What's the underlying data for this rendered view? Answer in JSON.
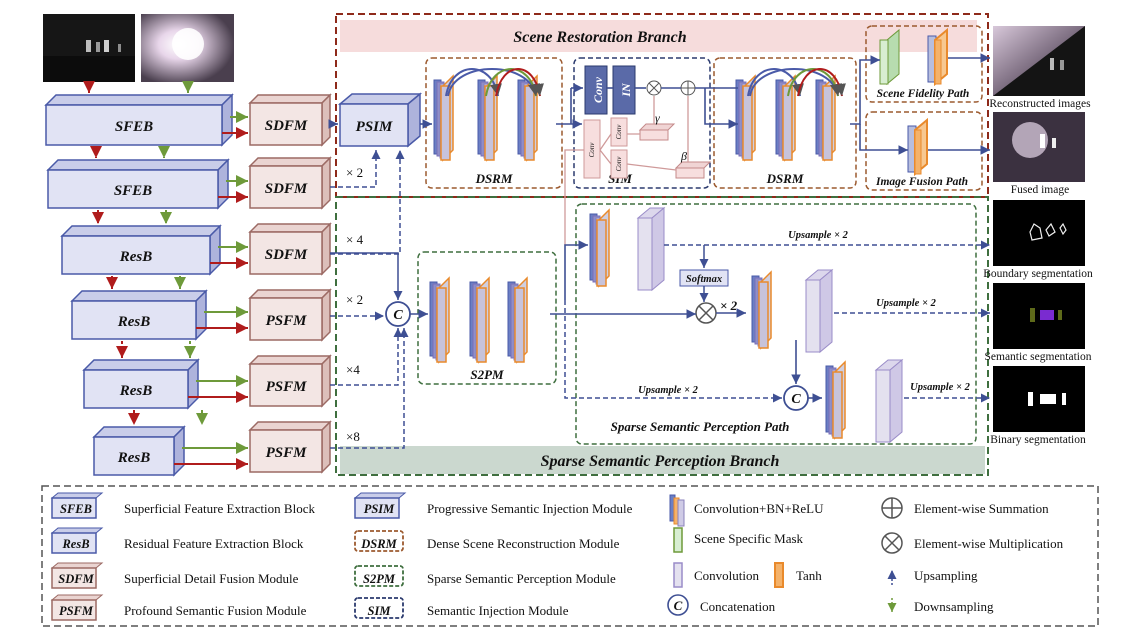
{
  "branches": {
    "scene_restoration": "Scene Restoration Branch",
    "sparse_semantic": "Sparse Semantic Perception Branch"
  },
  "encoder": {
    "blocks": [
      "SFEB",
      "SFEB",
      "ResB",
      "ResB",
      "ResB",
      "ResB"
    ],
    "fusion": [
      "SDFM",
      "SDFM",
      "SDFM",
      "PSFM",
      "PSFM",
      "PSFM"
    ]
  },
  "modules": {
    "psim": "PSIM",
    "dsrm": "DSRM",
    "sim": "SIM",
    "s2pm": "S2PM",
    "conv": "Conv",
    "in": "IN",
    "gamma": "γ",
    "beta": "β",
    "softmax": "Softmax",
    "concat": "C"
  },
  "scale_labels": {
    "x2": "× 2",
    "x4": "× 4",
    "x2b": "× 2",
    "x4b": "×4",
    "x8": "×8",
    "x2c": "× 2"
  },
  "paths": {
    "scene_fidelity": "Scene Fidelity Path",
    "image_fusion": "Image Fusion Path",
    "sparse_path": "Sparse Semantic Perception Path",
    "upsample": "Upsample × 2"
  },
  "outputs": {
    "reconstructed": "Reconstructed images",
    "fused": "Fused image",
    "boundary": "Boundary segmentation",
    "semantic": "Semantic segmentation",
    "binary": "Binary segmentation"
  },
  "legend": {
    "col1": [
      {
        "abbr": "SFEB",
        "text": "Superficial Feature Extraction Block"
      },
      {
        "abbr": "ResB",
        "text": "Residual Feature Extraction Block"
      },
      {
        "abbr": "SDFM",
        "text": "Superficial Detail Fusion Module"
      },
      {
        "abbr": "PSFM",
        "text": "Profound Semantic Fusion Module"
      }
    ],
    "col2": [
      {
        "abbr": "PSIM",
        "text": "Progressive Semantic Injection Module"
      },
      {
        "abbr": "DSRM",
        "text": "Dense Scene Reconstruction Module"
      },
      {
        "abbr": "S2PM",
        "text": "Sparse Semantic Perception Module"
      },
      {
        "abbr": "SIM",
        "text": "Semantic Injection Module"
      }
    ],
    "col3": {
      "conv_bn": "Convolution+BN+ReLU",
      "mask": "Scene Specific Mask",
      "conv": "Convolution",
      "tanh": "Tanh",
      "concat": "Concatenation"
    },
    "col4": {
      "sum": "Element-wise Summation",
      "mul": "Element-wise Multiplication",
      "up": "Upsampling",
      "down": "Downsampling"
    }
  },
  "colors": {
    "blue_block": "#e1e3f4",
    "blue_edge": "#4a5aa8",
    "pink_block": "#f3e6e4",
    "pink_edge": "#9c6a64",
    "red_arrow": "#b01c1c",
    "green_arrow": "#6e9a3a",
    "orange": "#e98a2c",
    "purple": "#9a8cc8",
    "dashed_blue": "#3e4f93",
    "branch_top_bg": "#f6dcdc",
    "branch_bottom_bg": "#cbd8cf"
  }
}
